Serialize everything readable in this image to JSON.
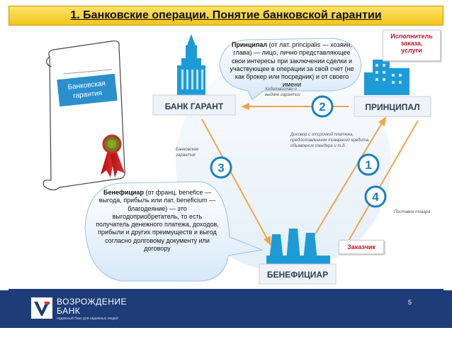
{
  "title": "1. Банковские операции. Понятие банковской гарантии",
  "scroll_label": [
    "Банковская",
    "гарантия"
  ],
  "principal_bubble": {
    "term": "Принципал",
    "text": " (от лат. principalis — хозяин, глава) — лицо, лично представляющее свои интересы при заключении сделки и участвующее в операции за свой счет (не как брокер или посредник) и от своего имени"
  },
  "beneficiary_bubble": {
    "term": "Бенефициар",
    "text": " (от франц. benefice — выгода, прибыль или лат. beneficium — благодеяние) — это выгодоприобретатель, то есть получатель денежного платежа, доходов, прибыли и других преимуществ и выгод согласно долговому документу или договору"
  },
  "executor_box": [
    "Исполнитель",
    "заказа,",
    "услуги"
  ],
  "customer_box": "Заказчик",
  "nodes": {
    "bank": "БАНК ГАРАНТ",
    "principal": "ПРИНЦИПАЛ",
    "beneficiary": "БЕНЕФИЦИАР"
  },
  "steps": [
    "1",
    "2",
    "3",
    "4"
  ],
  "arrow_labels": {
    "step2": [
      "Ходатайство о",
      "выдаче гарантии"
    ],
    "step3": [
      "Банковская",
      "гарантия"
    ],
    "step1": [
      "Договор с отсрочкой платежа,",
      "предоставлением товарного кредита,",
      "объявление тендера и т.д."
    ],
    "step4": "Поставка товара"
  },
  "footer": {
    "logo_line1": "ВОЗРОЖДЕНИЕ",
    "logo_line2": "БАНК",
    "slogan": "надежный банк для надежных людей",
    "page_number": "5"
  },
  "colors": {
    "title_bg": "#f7cf2a",
    "arrow": "#f5a34a",
    "building": "#1e9bd7",
    "step_circle": "#1a7fc1",
    "footer_bg": "#1d3c78",
    "red_text": "#c3142b"
  }
}
